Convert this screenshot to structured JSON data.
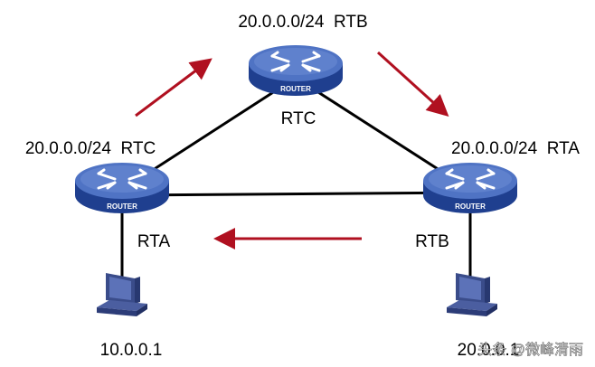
{
  "routers": [
    {
      "id": "top",
      "name": "RTC",
      "route": "20.0.0.0/24  RTB",
      "badge": "ROUTER"
    },
    {
      "id": "left",
      "name": "RTA",
      "route": "20.0.0.0/24  RTC",
      "badge": "ROUTER"
    },
    {
      "id": "right",
      "name": "RTB",
      "route": "20.0.0.0/24  RTA",
      "badge": "ROUTER"
    }
  ],
  "hosts": [
    {
      "id": "left",
      "address": "10.0.0.1"
    },
    {
      "id": "right",
      "address": "20.0.0.1"
    }
  ],
  "watermark": "头条 @微峰清雨",
  "colors": {
    "router_top": "#4f73c4",
    "router_side": "#1f3f8f",
    "link": "#000000",
    "arrow": "#b01020",
    "host": "#3a4c8a"
  }
}
